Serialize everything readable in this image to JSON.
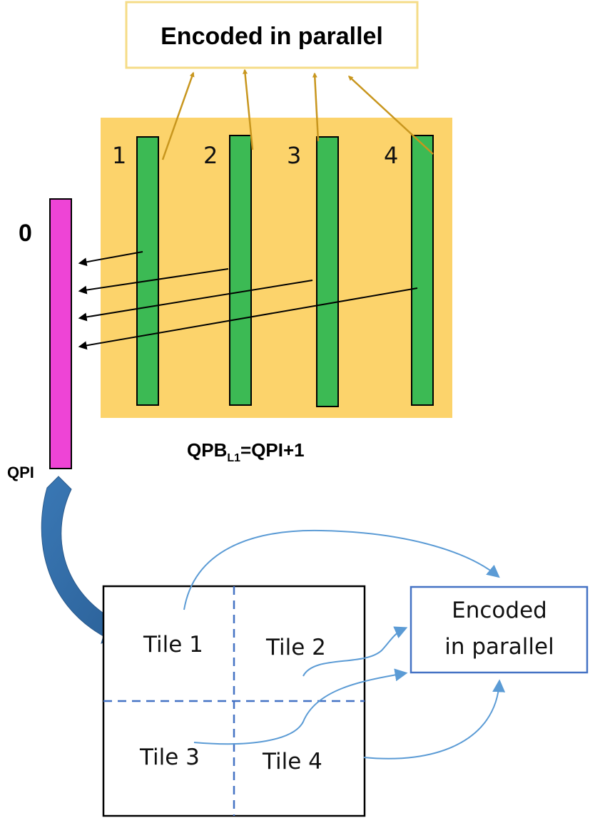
{
  "top": {
    "box_label": "Encoded in parallel",
    "columns": [
      "1",
      "2",
      "3",
      "4"
    ],
    "ref_label": "0",
    "qpi_label": "QPI",
    "qpb_main": "QPB",
    "qpb_sub": "L1",
    "qpb_rest": "=QPI+1"
  },
  "bottom": {
    "tiles": [
      "Tile 1",
      "Tile 2",
      "Tile 3",
      "Tile 4"
    ],
    "box_line1": "Encoded",
    "box_line2": "in parallel"
  },
  "colors": {
    "frame_fill": "#fcd36b",
    "column_fill": "#3cba54",
    "ref_bar_fill": "#ee44d6",
    "gold_arrow": "#c8961e",
    "blue_accent": "#4472c4",
    "blue_curve": "#5b9bd5",
    "box_border_top": "#f5dc88"
  }
}
